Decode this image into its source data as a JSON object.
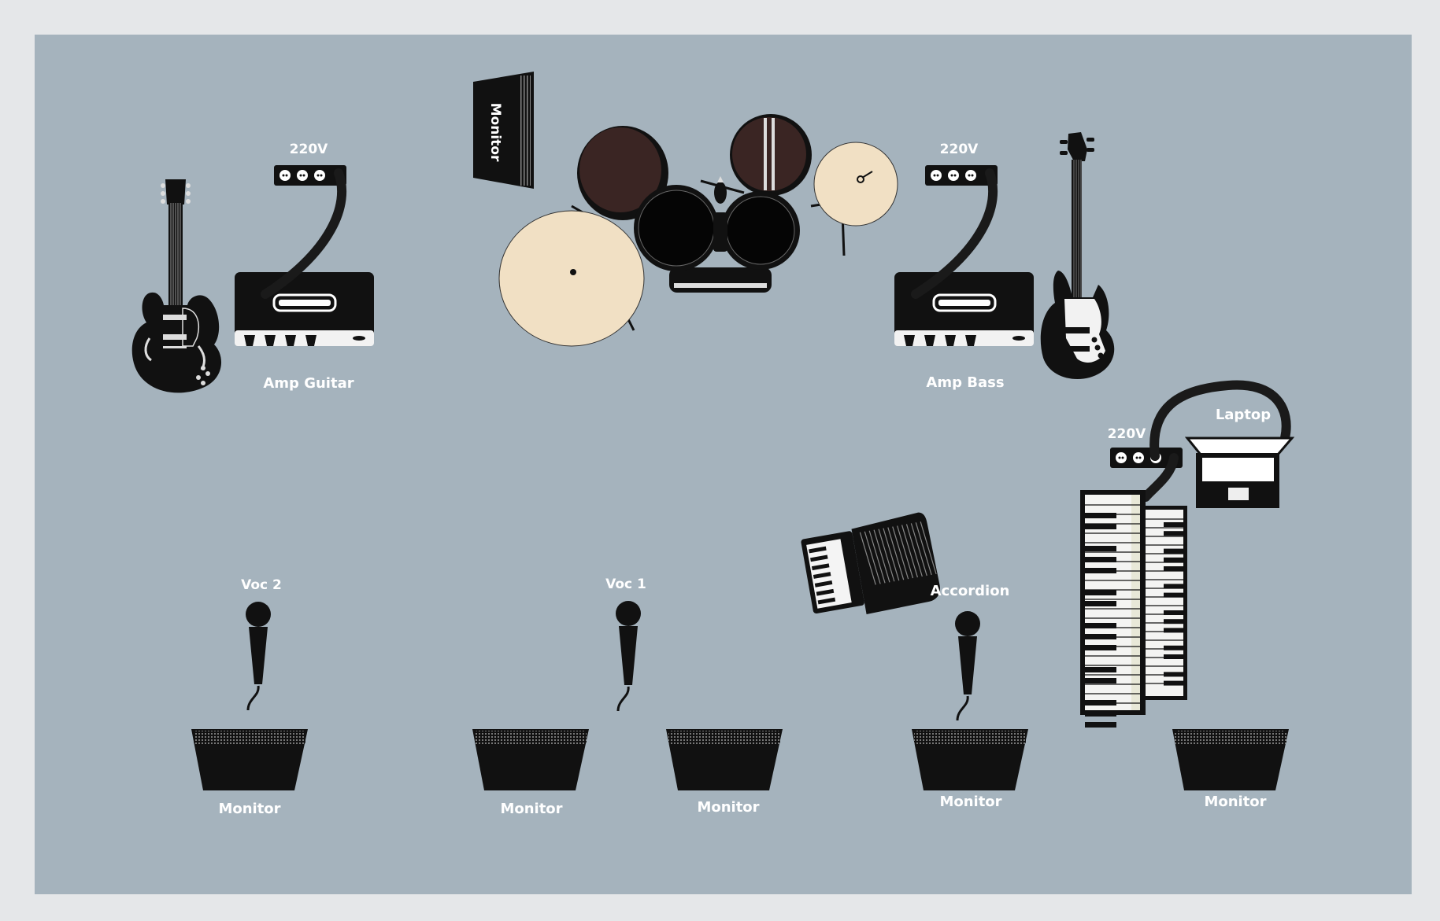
{
  "colors": {
    "frame": "#e5e7e9",
    "stage": "#a5b3bd",
    "equipment": "#111111",
    "cymbal": "#f1e0c4",
    "drum_shell": "#3a2523",
    "label": "#ffffff"
  },
  "labels": {
    "power_guitar": "220V",
    "power_bass": "220V",
    "power_keys": "220V",
    "amp_guitar": "Amp Guitar",
    "amp_bass": "Amp Bass",
    "laptop": "Laptop",
    "accordion": "Accordion",
    "voc2": "Voc 2",
    "voc1": "Voc 1",
    "drum_monitor": "Monitor",
    "monitor_1": "Monitor",
    "monitor_2": "Monitor",
    "monitor_3": "Monitor",
    "monitor_4": "Monitor",
    "monitor_5": "Monitor"
  },
  "icons": [
    "electric-guitar-icon",
    "bass-guitar-icon",
    "amp-icon",
    "power-strip-icon",
    "drum-kit-icon",
    "cymbal-icon",
    "monitor-wedge-icon",
    "microphone-icon",
    "accordion-icon",
    "keyboard-icon",
    "laptop-icon"
  ]
}
